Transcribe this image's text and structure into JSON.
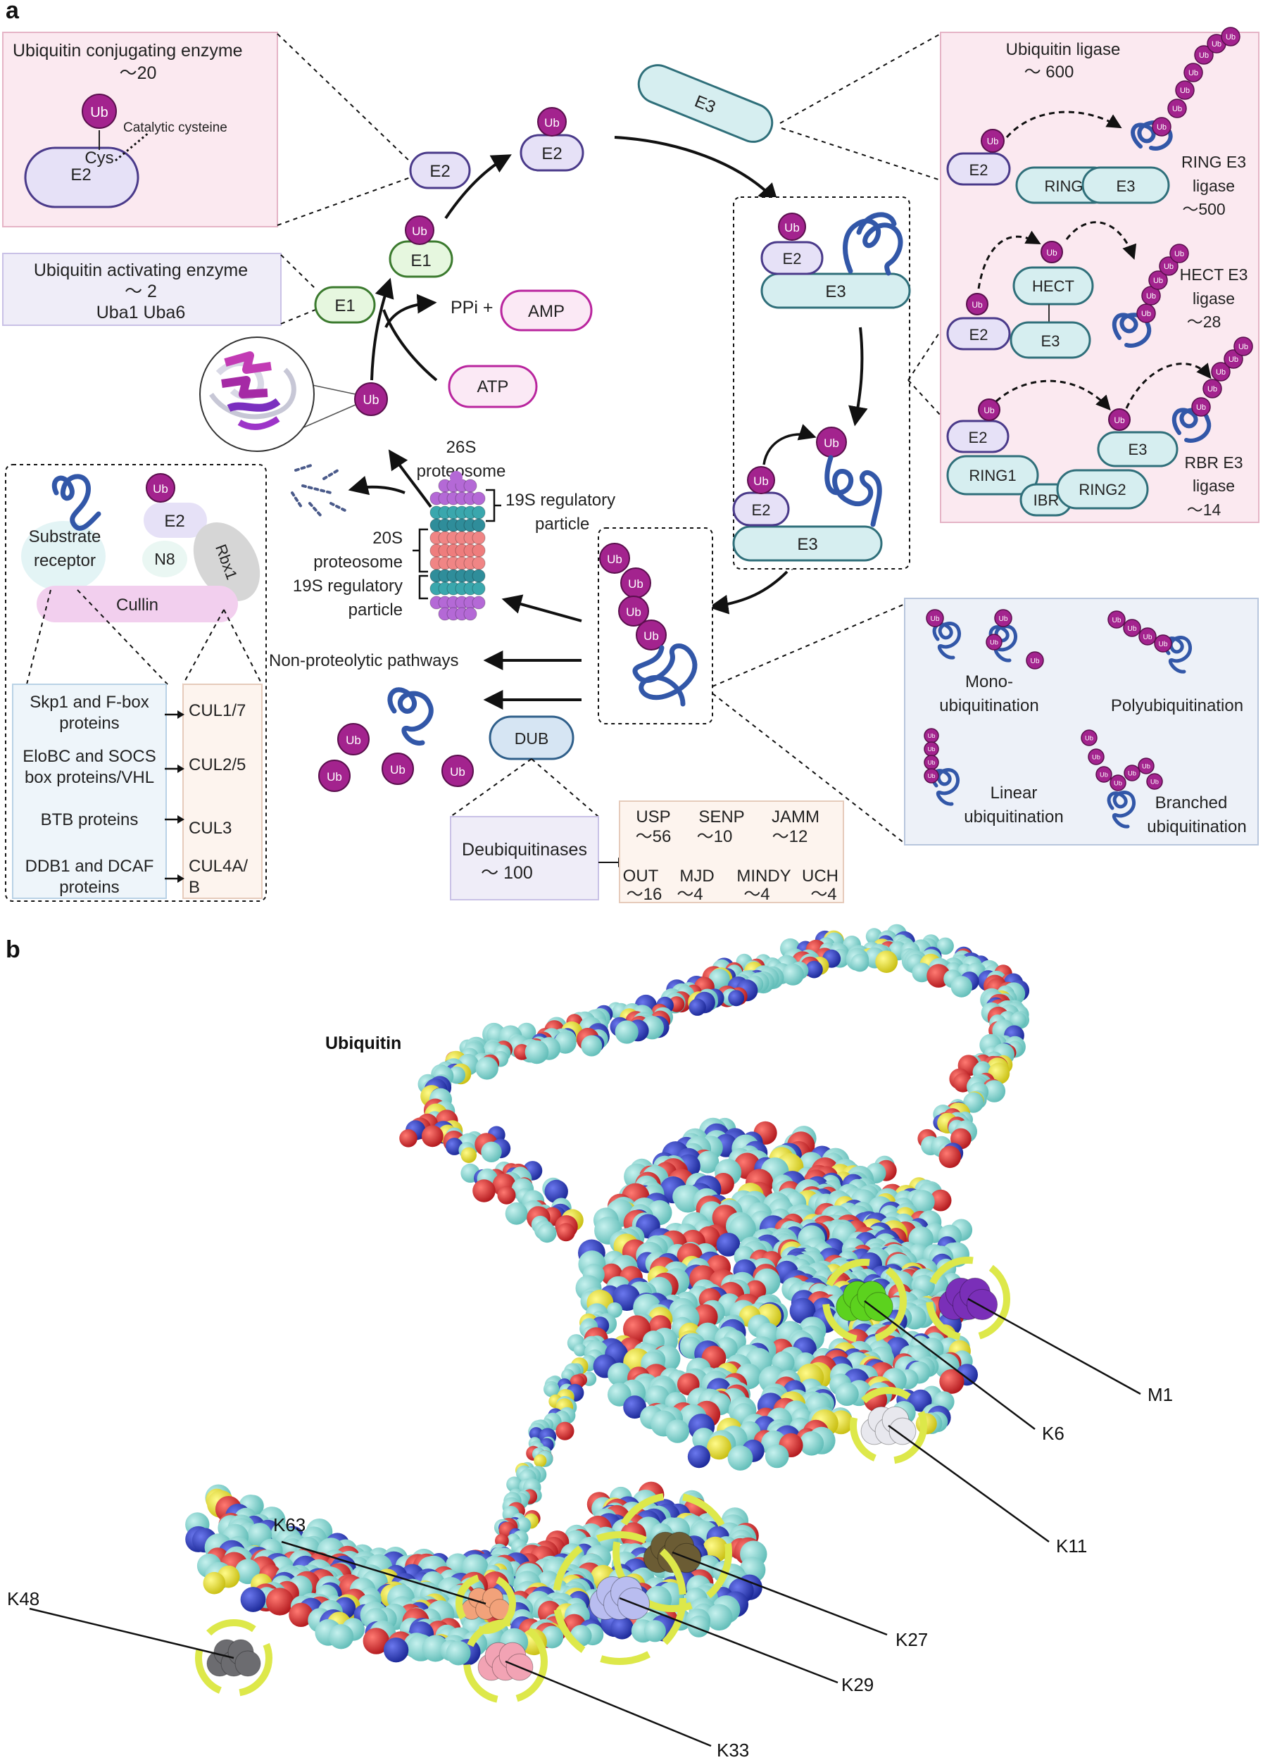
{
  "panel_a": {
    "label": "a",
    "conj": {
      "title": "Ubiquitin conjugating enzyme",
      "count": "～20",
      "ub": "Ub",
      "cys": "Cys",
      "e2": "E2",
      "note": "Catalytic cysteine"
    },
    "act": {
      "title": "Ubiquitin activating enzyme",
      "count": "～ 2",
      "names": "Uba1 Uba6"
    },
    "ligase": {
      "title": "Ubiquitin ligase",
      "count": "～ 600",
      "ring": {
        "e2": "E2",
        "ring": "RING",
        "e3": "E3",
        "l1": "RING E3",
        "l2": "ligase",
        "count": "～500"
      },
      "hect": {
        "hect": "HECT",
        "e2": "E2",
        "e3": "E3",
        "l1": "HECT E3",
        "l2": "ligase",
        "count": "～28"
      },
      "rbr": {
        "e2": "E2",
        "ring1": "RING1",
        "ibr": "IBR",
        "ring2": "RING2",
        "e3": "E3",
        "l1": "RBR E3",
        "l2": "ligase",
        "count": "～14"
      }
    },
    "cascade": {
      "ub": "Ub",
      "e2": "E2",
      "e1": "E1",
      "e3": "E3",
      "ppi": "PPi +",
      "amp": "AMP",
      "atp": "ATP"
    },
    "proteasome": {
      "name1": "26S",
      "name2": "proteosome",
      "rp_top1": "19S regulatory",
      "rp_top2": "particle",
      "core1": "20S",
      "core2": "proteosome",
      "rp_bot1": "19S regulatory",
      "rp_bot2": "particle"
    },
    "crl": {
      "substrate1": "Substrate",
      "substrate2": "receptor",
      "ub": "Ub",
      "e2": "E2",
      "n8": "N8",
      "rbx": "Rbx1",
      "cullin": "Cullin",
      "rows": [
        {
          "adapter": [
            "Skp1 and F-box",
            "proteins"
          ],
          "cul": [
            "CUL1/7"
          ]
        },
        {
          "adapter": [
            "EloBC and SOCS",
            "box proteins/VHL"
          ],
          "cul": [
            "CUL2/5"
          ]
        },
        {
          "adapter": [
            "BTB proteins"
          ],
          "cul": [
            "CUL3"
          ]
        },
        {
          "adapter": [
            "DDB1 and DCAF",
            "proteins"
          ],
          "cul": [
            "CUL4A/",
            "B"
          ]
        }
      ]
    },
    "nonprot": "Non-proteolytic pathways",
    "dub": {
      "label": "DUB",
      "title": "Deubiquitinases",
      "count": "～ 100",
      "families": [
        {
          "name": "USP",
          "count": "～56"
        },
        {
          "name": "SENP",
          "count": "～10"
        },
        {
          "name": "JAMM",
          "count": "～12"
        },
        {
          "name": "OUT",
          "count": "～16"
        },
        {
          "name": "MJD",
          "count": "～4"
        },
        {
          "name": "MINDY",
          "count": "～4"
        },
        {
          "name": "UCH",
          "count": "～4"
        }
      ]
    },
    "types": {
      "mono1": "Mono-",
      "mono2": "ubiquitination",
      "poly": "Polyubiquitination",
      "linear1": "Linear",
      "linear2": "ubiquitination",
      "branched1": "Branched",
      "branched2": "ubiquitination",
      "ub": "Ub"
    }
  },
  "panel_b": {
    "label": "b",
    "title": "Ubiquitin",
    "sites": [
      "M1",
      "K6",
      "K11",
      "K27",
      "K29",
      "K33",
      "K48",
      "K63"
    ]
  },
  "colors": {
    "ub": "#a3238e",
    "e2": "#e6e1f7",
    "e1": "#e6f7df",
    "e3": "#d6eef0",
    "protein": "#3257a8",
    "pink_box": "#fbe9f0",
    "lav_box": "#efedf8",
    "blue_box": "#edf1f8",
    "cul_box": "#fdf4ee",
    "atom_c": "#7fd3cf",
    "atom_o": "#d9252a",
    "atom_n": "#2b3cc4",
    "atom_s": "#e8e41e",
    "ring_hl": "#dde84a"
  }
}
